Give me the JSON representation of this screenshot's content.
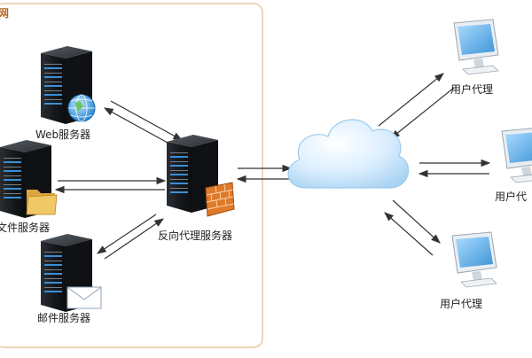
{
  "network": {
    "label": "网"
  },
  "servers": {
    "web": {
      "label": "Web服务器"
    },
    "file": {
      "label": "文件服务器"
    },
    "mail": {
      "label": "邮件服务器"
    },
    "proxy": {
      "label": "反向代理服务器"
    }
  },
  "clients": [
    {
      "label": "用户代理"
    },
    {
      "label": "用户代"
    },
    {
      "label": "用户代理"
    }
  ],
  "icons": {
    "server": "server-tower-icon",
    "globe": "globe-icon",
    "folder": "folder-icon",
    "envelope": "envelope-icon",
    "firewall": "firewall-icon",
    "cloud": "cloud-icon",
    "monitor": "monitor-icon"
  },
  "colors": {
    "boundary": "#e8c9a0",
    "server_body": "#1f2226",
    "cloud": "#bfe0f5",
    "monitor_screen": "#5fb0e8"
  }
}
